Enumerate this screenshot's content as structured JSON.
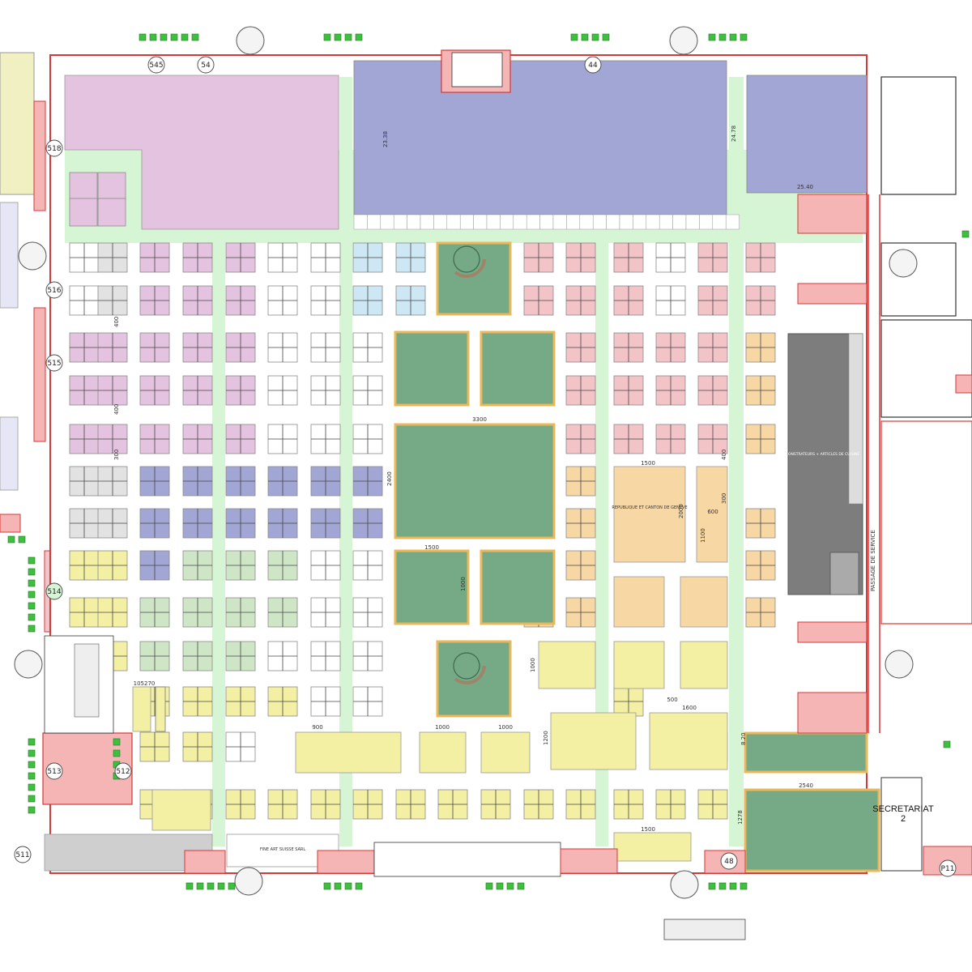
{
  "palette": {
    "wall": "#d33a3a",
    "aisle": "#d6f5d4",
    "pink": "#e3c3df",
    "purple": "#a2a6d4",
    "gray": "#e2e2e2",
    "white": "#ffffff",
    "blue": "#cde8f4",
    "salmon": "#f2c4c8",
    "orange": "#f7d7a4",
    "lightgreen": "#cfe6c6",
    "yellow": "#f3f0a4",
    "green": "#76a985",
    "greenBorder": "#e8b85a",
    "darkgray": "#7d7d7d",
    "lightyellow": "#f0f0c2",
    "lavender": "#e6e6f6",
    "stair": "#f5b5b5",
    "exitGreen": "#3fbf3f"
  },
  "exit_labels": [
    "545",
    "54",
    "44",
    "48",
    "516",
    "515",
    "518",
    "514",
    "513",
    "512",
    "511",
    "P11"
  ],
  "dimension_labels": [
    "3300",
    "2400",
    "1500",
    "1500",
    "1500",
    "1000",
    "1000",
    "1000",
    "1000",
    "1200",
    "900",
    "500",
    "1600",
    "2540",
    "1278",
    "2000",
    "1100",
    "600",
    "300",
    "400",
    "400",
    "400",
    "300",
    "105270",
    "23.38",
    "24.78",
    "25.40",
    "8.20"
  ],
  "booth_labels": {
    "republic": "REPUBLIQUE ET CANTON DE GENEVE",
    "kitchen": "DEMONSTRATEURS + ARTICLES DE CUISINE",
    "fineart": "FINE ART SUISSE SARL",
    "secretariat": "SECRETARIAT",
    "secretariat_num": "2"
  },
  "side_text": "PASSAGE DE SERVICE"
}
